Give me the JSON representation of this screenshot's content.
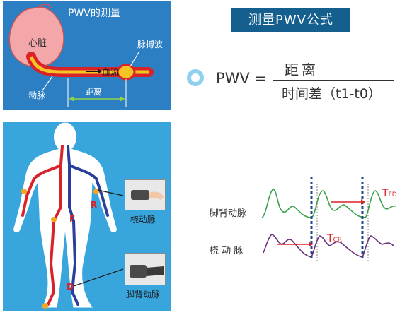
{
  "pwv_panel": {
    "title": "PWV的测量",
    "heart_label": "心脏",
    "pulse_wave_label": "脉搏波",
    "blood_flow_label": "血流",
    "artery_label": "动脉",
    "distance_label": "距离"
  },
  "formula": {
    "title": "测量PWV公式",
    "lhs": "PWV =",
    "numerator": "距离",
    "denominator": "时间差（t1-t0）"
  },
  "body_panel": {
    "marker_r": "R",
    "marker_f": "F",
    "marker_d": "D",
    "radial_caption": "桡动脉",
    "foot_caption": "脚背动脉"
  },
  "waveforms": {
    "upper_label": "脚背动脉",
    "lower_label": "桡 动 脉",
    "tfd": "T",
    "tfd_sub": "FD",
    "tcr": "T",
    "tcr_sub": "CR"
  },
  "colors": {
    "panel_blue": "#2d7fc3",
    "body_blue": "#38a6dc",
    "artery_red": "#d8232a",
    "vein_blue": "#2b3e9a",
    "upper_wave": "#3aa24a",
    "lower_wave": "#6b2f7f",
    "arrow_red": "#d8232a",
    "dashed_line": "#1f4a8a",
    "title_box": "#155f8f"
  }
}
